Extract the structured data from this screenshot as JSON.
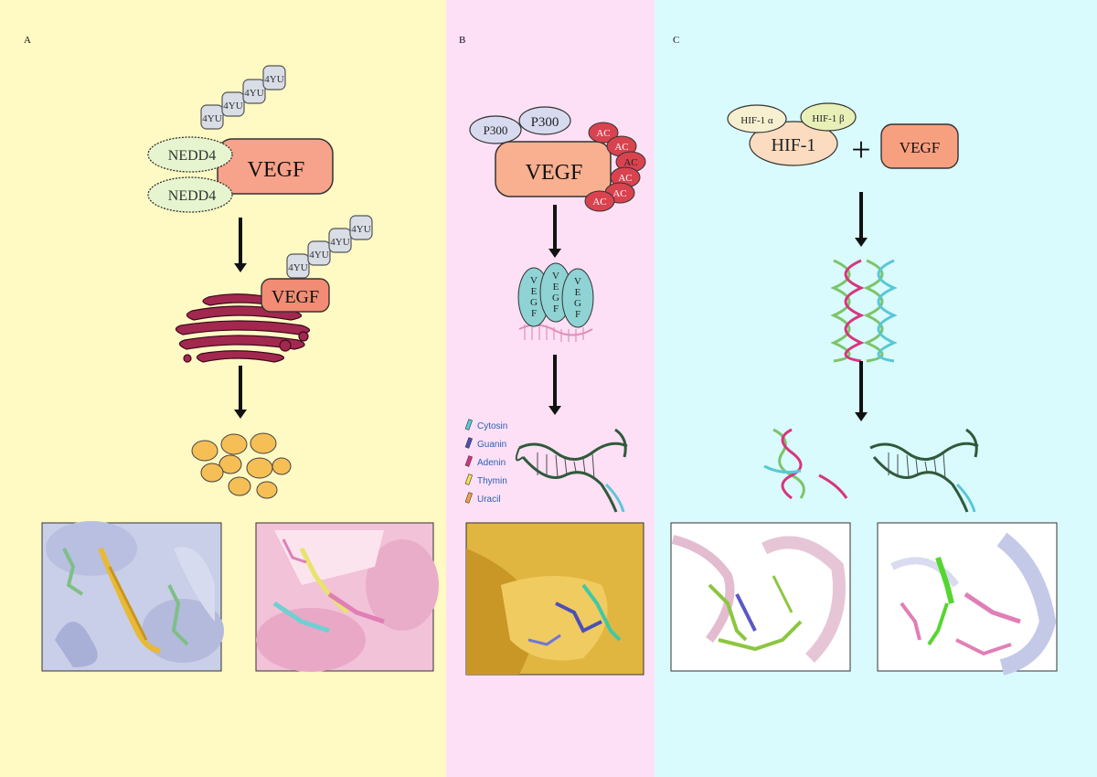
{
  "panels": {
    "a": {
      "label": "A",
      "tag": "4YU",
      "ligase": "NEDD4",
      "protein": "VEGF",
      "colors": {
        "vegf": "#f7a28a",
        "nedd4": "#e6f5cf",
        "tag": "#d8dde6",
        "golgi": "#a3284f",
        "vesicle": "#f6bf55"
      }
    },
    "b": {
      "label": "B",
      "p300": "P300",
      "acetyl": "AC",
      "protein": "VEGF",
      "vegf_letters": [
        "V",
        "E",
        "G",
        "F"
      ],
      "legend": [
        {
          "name": "Cytosin",
          "color": "#59c7d8"
        },
        {
          "name": "Guanin",
          "color": "#4b4fb8"
        },
        {
          "name": "Adenin",
          "color": "#d8357e"
        },
        {
          "name": "Thymin",
          "color": "#f3e34e"
        },
        {
          "name": "Uracil",
          "color": "#f5a43a"
        }
      ],
      "colors": {
        "vegf": "#f8b090",
        "p300": "#d8daf0",
        "ac": "#d9434f",
        "vegf_oval": "#8fd3d4",
        "legend_text": "#2a5fb8"
      }
    },
    "c": {
      "label": "C",
      "hif_alpha": "HIF-1 α",
      "hif_beta": "HIF-1 β",
      "hif": "HIF-1",
      "plus": "+",
      "protein": "VEGF",
      "colors": {
        "vegf": "#f7a080",
        "hif": "#fbdcc0",
        "hif_alpha": "#f7f0d0",
        "hif_beta": "#e8f0b8",
        "helix": "#a6d88f"
      }
    }
  }
}
